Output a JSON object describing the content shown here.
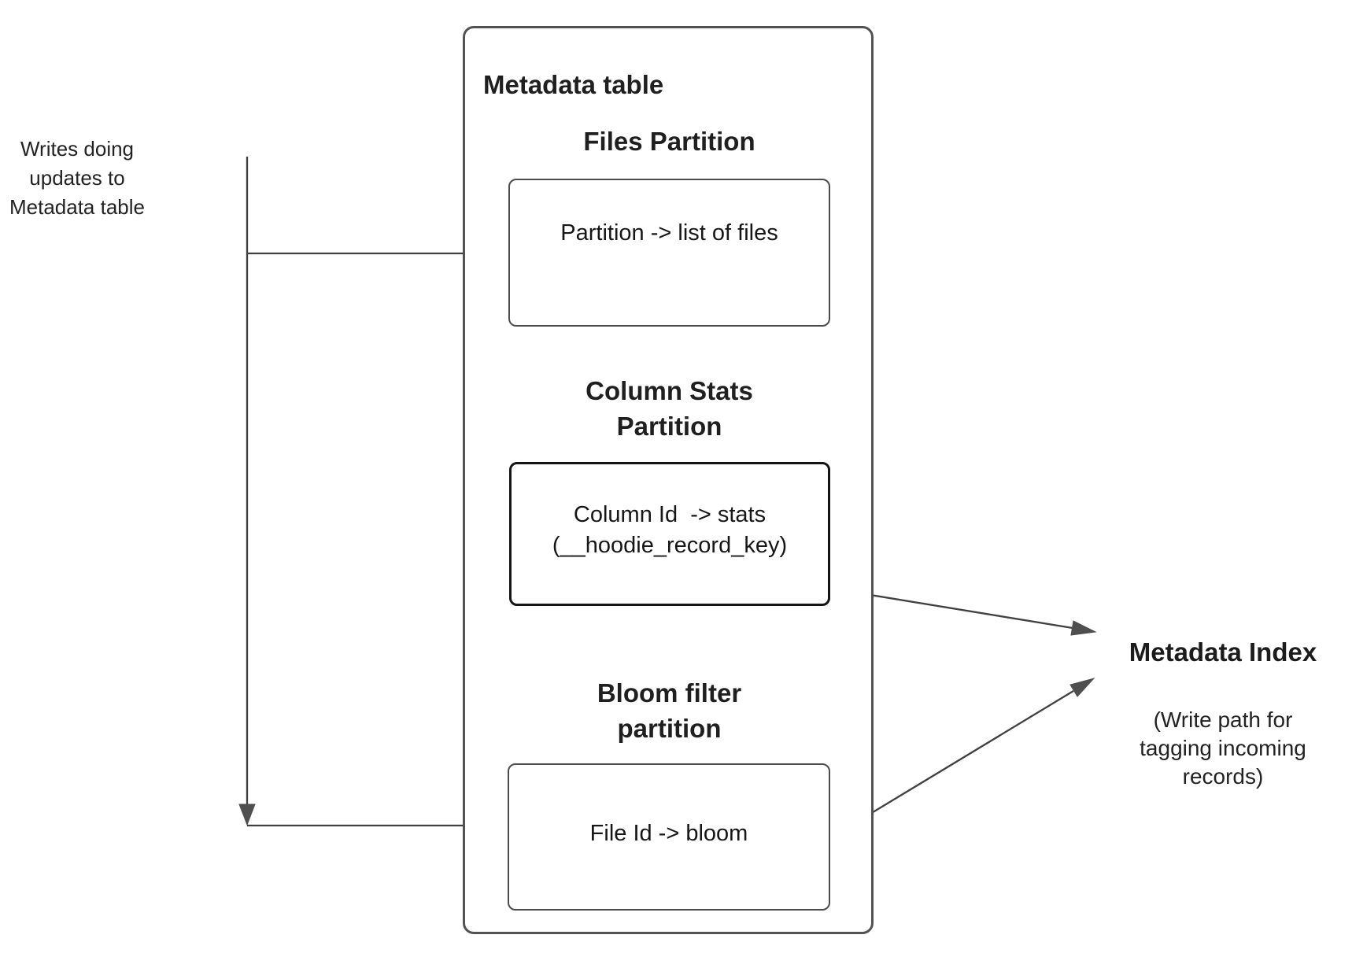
{
  "annotation": {
    "lines": [
      "Writes doing",
      "updates to",
      "Metadata table"
    ]
  },
  "metadata_table": {
    "title": "Metadata table",
    "sections": [
      {
        "id": "files",
        "heading_lines": [
          "Files Partition"
        ],
        "box_lines": [
          "Partition -> list of files"
        ]
      },
      {
        "id": "column_stats",
        "heading_lines": [
          "Column Stats",
          "Partition"
        ],
        "box_lines": [
          "Column Id  -> stats",
          "(__hoodie_record_key)"
        ]
      },
      {
        "id": "bloom_filter",
        "heading_lines": [
          "Bloom filter",
          "partition"
        ],
        "box_lines": [
          "File Id -> bloom"
        ]
      }
    ]
  },
  "metadata_index": {
    "title": "Metadata Index",
    "subtitle_lines": [
      "(Write path for",
      "tagging incoming",
      "records)"
    ]
  },
  "colors": {
    "background": "#ffffff",
    "connector_stroke": "#404040",
    "arrowhead_fill": "#4f4f4f",
    "container_border": "#525252",
    "box_border": "#4c4c4c",
    "stats_box_border": "#151515",
    "text": "#1d1d1d"
  }
}
